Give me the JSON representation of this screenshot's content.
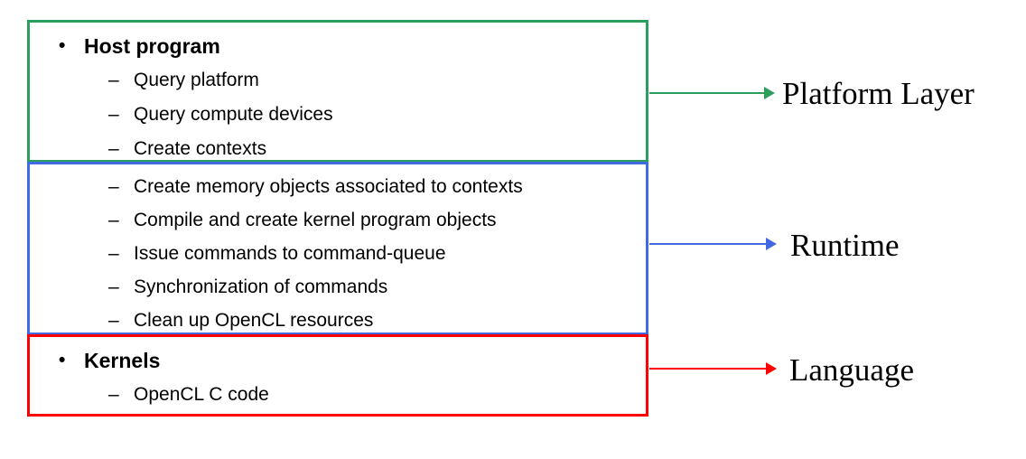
{
  "colors": {
    "platform_green": "#2e9e5f",
    "runtime_blue": "#4169e1",
    "language_red": "#ff0000"
  },
  "boxes": {
    "platform": {
      "items": [
        {
          "marker": "•",
          "text": "Host program"
        },
        {
          "marker": "–",
          "text": "Query platform"
        },
        {
          "marker": "–",
          "text": "Query compute devices"
        },
        {
          "marker": "–",
          "text": "Create contexts"
        }
      ]
    },
    "runtime": {
      "items": [
        {
          "marker": "–",
          "text": "Create memory objects associated to contexts"
        },
        {
          "marker": "–",
          "text": "Compile and create kernel program objects"
        },
        {
          "marker": "–",
          "text": "Issue commands to command-queue"
        },
        {
          "marker": "–",
          "text": "Synchronization of commands"
        },
        {
          "marker": "–",
          "text": "Clean up OpenCL resources"
        }
      ]
    },
    "language": {
      "items": [
        {
          "marker": "•",
          "text": "Kernels"
        },
        {
          "marker": "–",
          "text": "OpenCL C code"
        }
      ]
    }
  },
  "labels": {
    "platform": "Platform Layer",
    "runtime": "Runtime",
    "language": "Language"
  }
}
